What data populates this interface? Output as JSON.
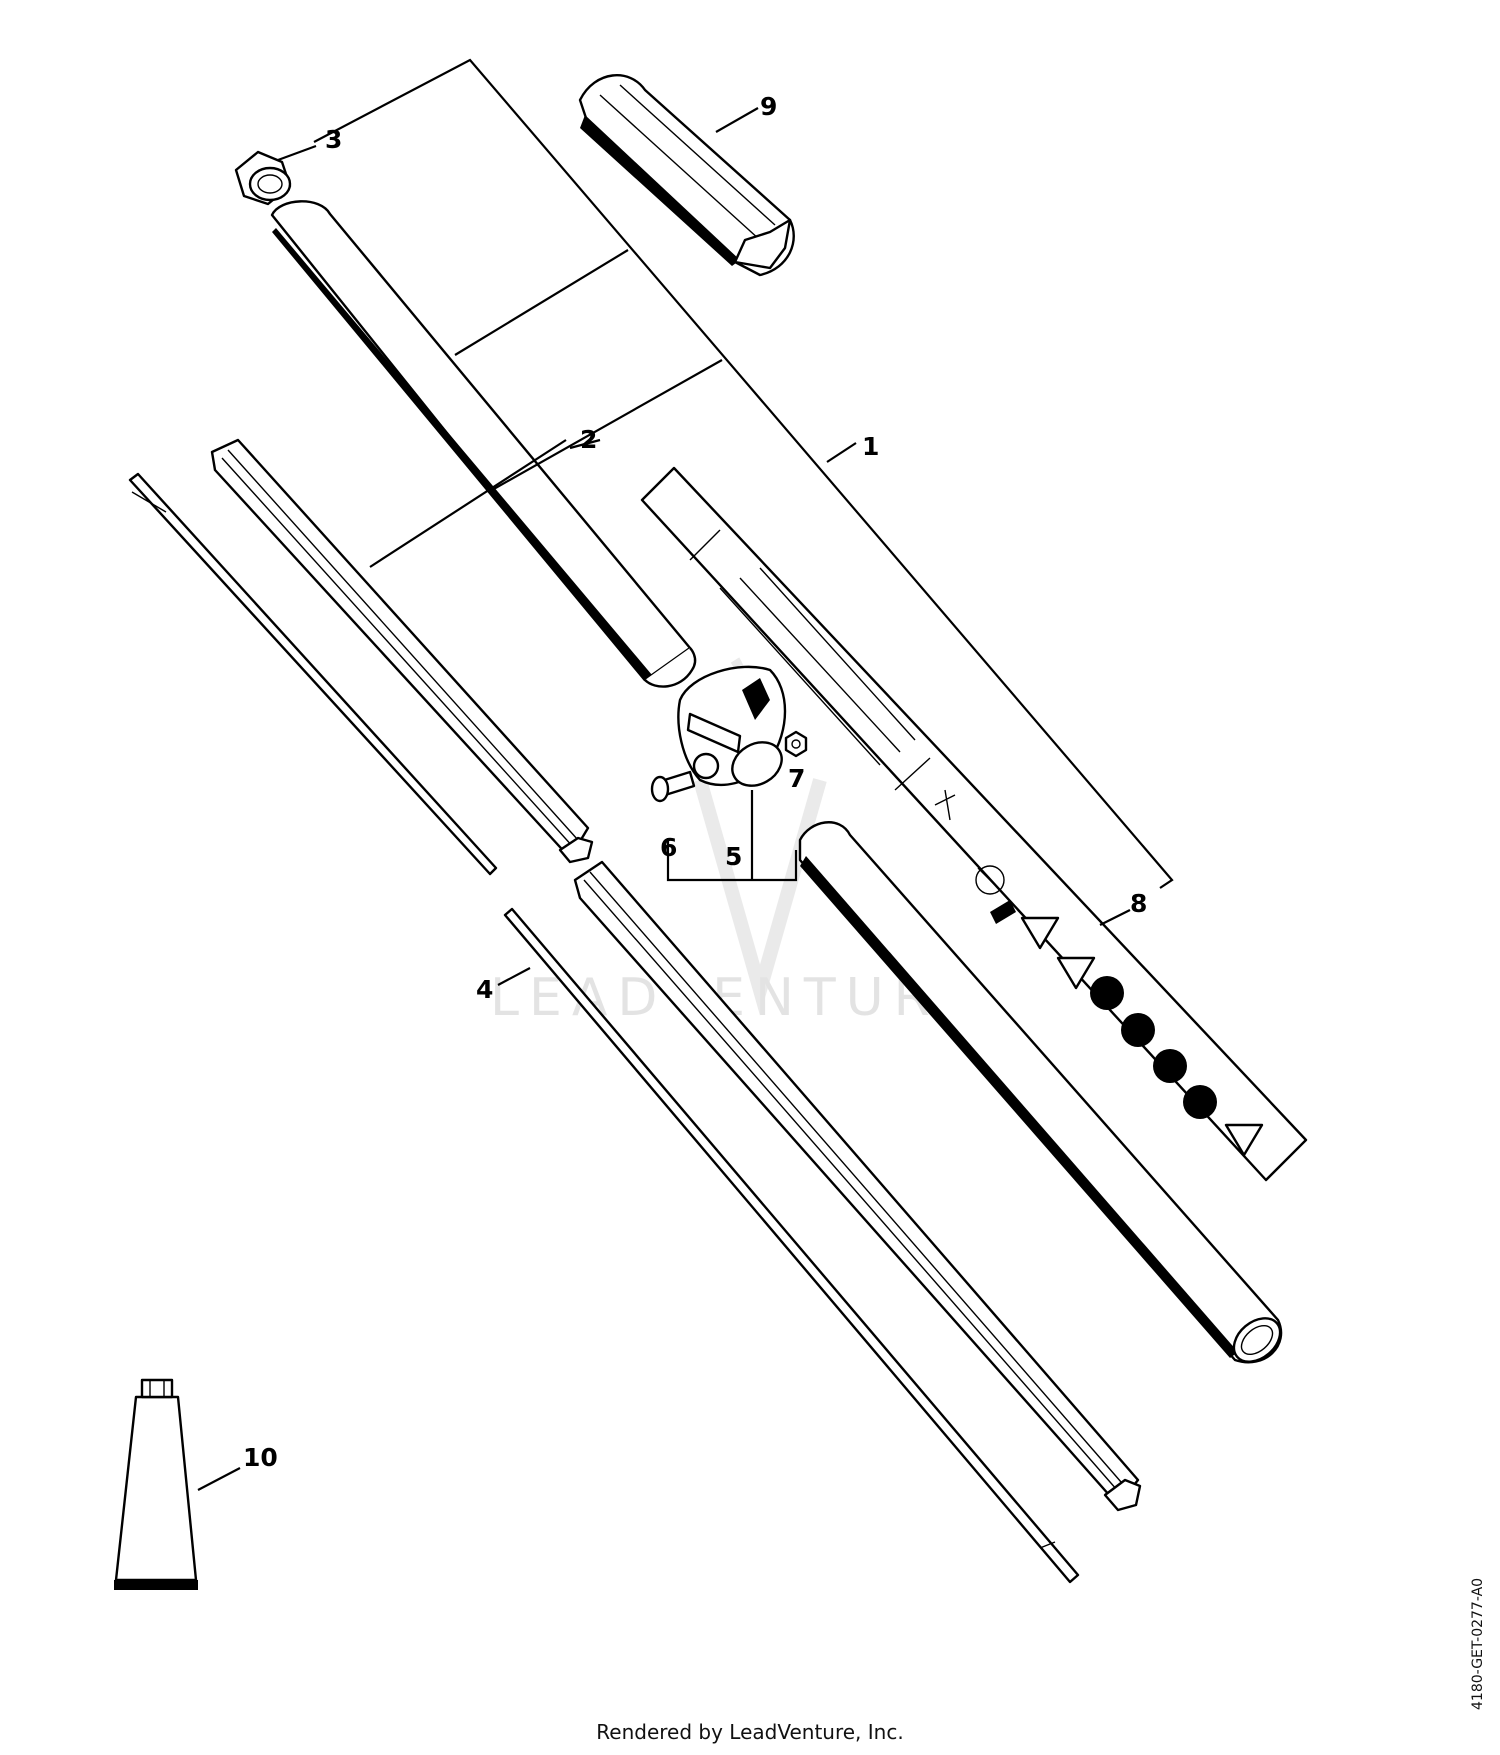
{
  "diagram": {
    "callouts": [
      "1",
      "2",
      "3",
      "4",
      "5",
      "6",
      "7",
      "8",
      "9",
      "10"
    ],
    "watermark_text": "LEADVENTURE",
    "footer_text": "Rendered by LeadVenture, Inc.",
    "document_id": "4180-GET-0277-A0"
  }
}
